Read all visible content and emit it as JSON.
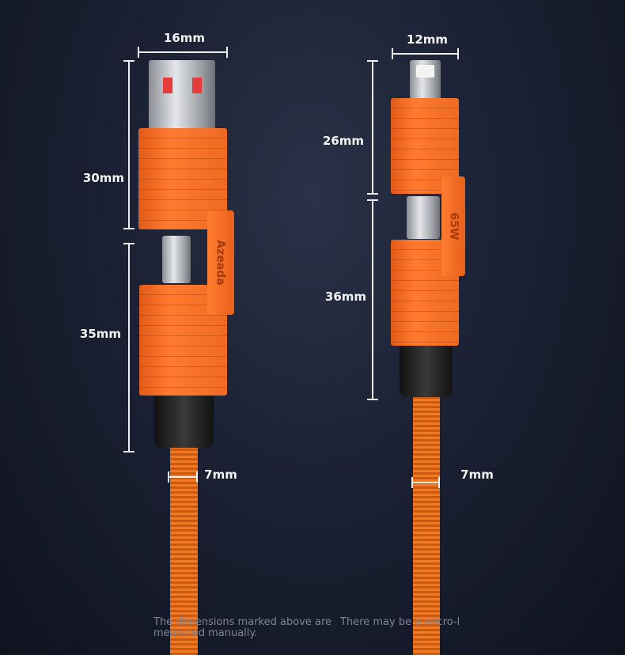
{
  "left_cable": {
    "brand_logo": "Azeada",
    "dimensions": {
      "width": "16mm",
      "upper_length": "30mm",
      "lower_length": "35mm",
      "cable_width": "7mm"
    },
    "colors": {
      "body": "#f36b22",
      "background": "#1b2133"
    }
  },
  "right_cable": {
    "tab_text": "65W",
    "dimensions": {
      "width": "12mm",
      "upper_length": "26mm",
      "lower_length": "36mm",
      "cable_width": "7mm"
    }
  },
  "footer": {
    "note_left": "The dimensions marked above are measured manually.",
    "note_right": "There may be a micro-l"
  }
}
